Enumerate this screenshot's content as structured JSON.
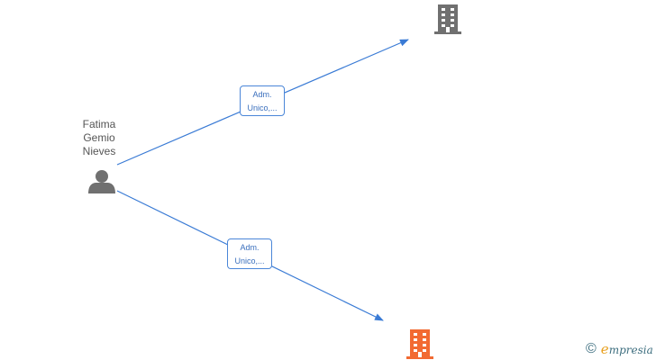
{
  "person": {
    "name_lines": [
      "Fatima",
      "Gemio",
      "Nieves"
    ],
    "icon": "person-icon",
    "color": "#707070"
  },
  "companies": [
    {
      "icon": "building-icon",
      "color": "#707070"
    },
    {
      "icon": "building-icon",
      "color": "#f26a32"
    }
  ],
  "relations": [
    {
      "label_lines": [
        "Adm.",
        "Unico,..."
      ],
      "color": "#3a7bd5"
    },
    {
      "label_lines": [
        "Adm.",
        "Unico,..."
      ],
      "color": "#3a7bd5"
    }
  ],
  "brand": {
    "copyright": "©",
    "initial": "e",
    "name_rest": "mpresia",
    "colors": {
      "text": "#3d6e7f",
      "initial": "#e8a01e"
    }
  }
}
